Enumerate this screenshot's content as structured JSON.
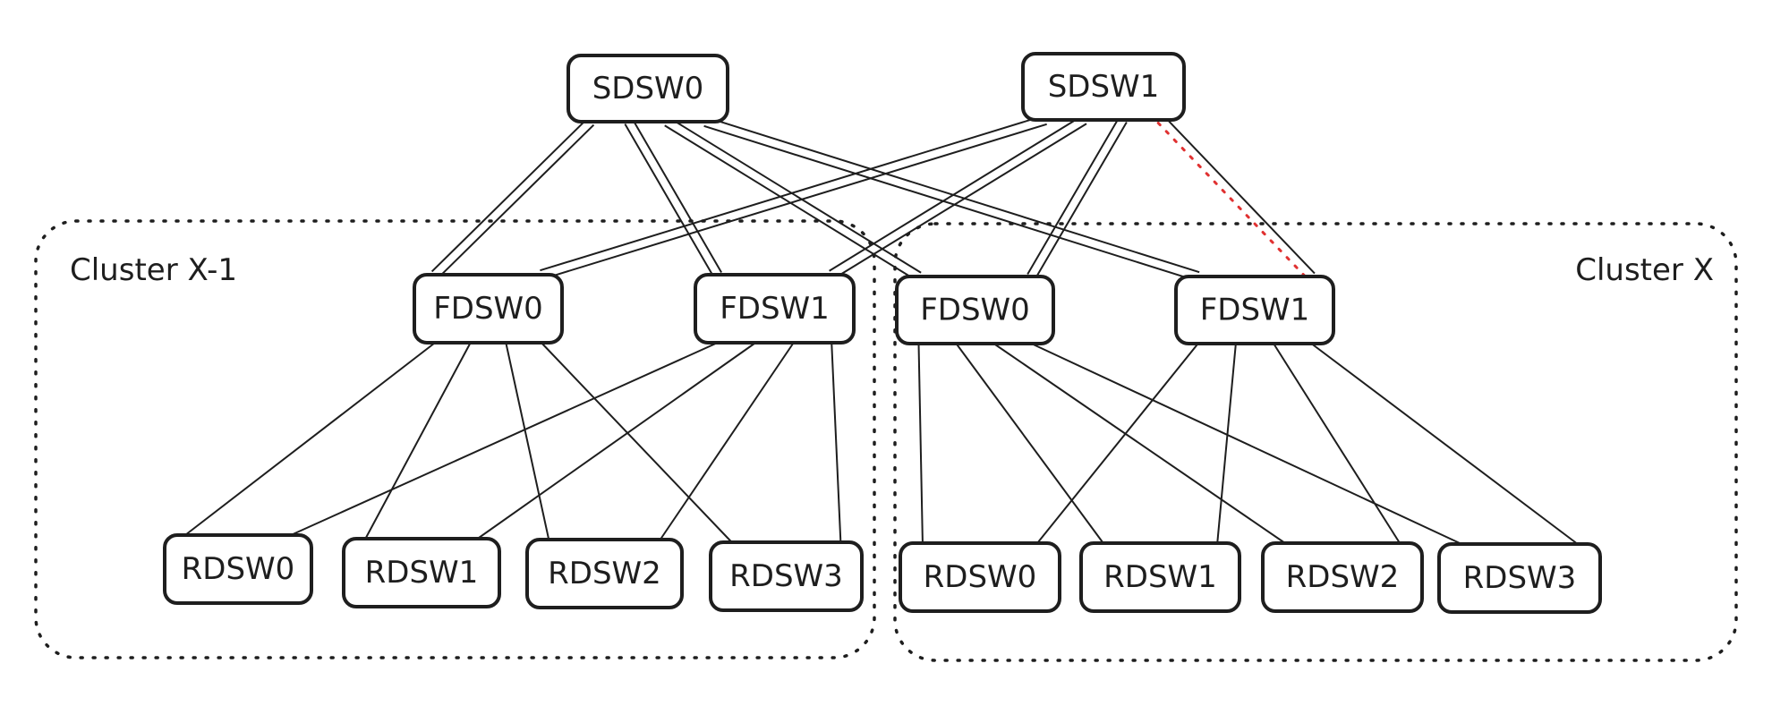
{
  "diagram": {
    "title": "",
    "colors": {
      "stroke": "#1e1e1e",
      "failed_link": "#e03131",
      "background": "#ffffff"
    },
    "clusters": [
      {
        "id": "cx1",
        "label": "Cluster X-1",
        "label_position": "top-left"
      },
      {
        "id": "cx",
        "label": "Cluster X",
        "label_position": "top-right"
      }
    ],
    "nodes": [
      {
        "id": "sdsw0",
        "label": "SDSW0",
        "tier": "spine",
        "cluster": null
      },
      {
        "id": "sdsw1",
        "label": "SDSW1",
        "tier": "spine",
        "cluster": null
      },
      {
        "id": "cx1_fdsw0",
        "label": "FDSW0",
        "tier": "fabric",
        "cluster": "cx1"
      },
      {
        "id": "cx1_fdsw1",
        "label": "FDSW1",
        "tier": "fabric",
        "cluster": "cx1"
      },
      {
        "id": "cx_fdsw0",
        "label": "FDSW0",
        "tier": "fabric",
        "cluster": "cx"
      },
      {
        "id": "cx_fdsw1",
        "label": "FDSW1",
        "tier": "fabric",
        "cluster": "cx"
      },
      {
        "id": "cx1_rdsw0",
        "label": "RDSW0",
        "tier": "rack",
        "cluster": "cx1"
      },
      {
        "id": "cx1_rdsw1",
        "label": "RDSW1",
        "tier": "rack",
        "cluster": "cx1"
      },
      {
        "id": "cx1_rdsw2",
        "label": "RDSW2",
        "tier": "rack",
        "cluster": "cx1"
      },
      {
        "id": "cx1_rdsw3",
        "label": "RDSW3",
        "tier": "rack",
        "cluster": "cx1"
      },
      {
        "id": "cx_rdsw0",
        "label": "RDSW0",
        "tier": "rack",
        "cluster": "cx"
      },
      {
        "id": "cx_rdsw1",
        "label": "RDSW1",
        "tier": "rack",
        "cluster": "cx"
      },
      {
        "id": "cx_rdsw2",
        "label": "RDSW2",
        "tier": "rack",
        "cluster": "cx"
      },
      {
        "id": "cx_rdsw3",
        "label": "RDSW3",
        "tier": "rack",
        "cluster": "cx"
      }
    ],
    "edges": [
      {
        "from": "sdsw0",
        "to": "cx1_fdsw0",
        "links": 2,
        "failed": 0
      },
      {
        "from": "sdsw0",
        "to": "cx1_fdsw1",
        "links": 2,
        "failed": 0
      },
      {
        "from": "sdsw0",
        "to": "cx_fdsw0",
        "links": 2,
        "failed": 0
      },
      {
        "from": "sdsw0",
        "to": "cx_fdsw1",
        "links": 2,
        "failed": 0
      },
      {
        "from": "sdsw1",
        "to": "cx1_fdsw0",
        "links": 2,
        "failed": 0
      },
      {
        "from": "sdsw1",
        "to": "cx1_fdsw1",
        "links": 2,
        "failed": 0
      },
      {
        "from": "sdsw1",
        "to": "cx_fdsw0",
        "links": 2,
        "failed": 0
      },
      {
        "from": "sdsw1",
        "to": "cx_fdsw1",
        "links": 1,
        "failed": 1
      },
      {
        "from": "cx1_fdsw0",
        "to": "cx1_rdsw0",
        "links": 1,
        "failed": 0
      },
      {
        "from": "cx1_fdsw0",
        "to": "cx1_rdsw1",
        "links": 1,
        "failed": 0
      },
      {
        "from": "cx1_fdsw0",
        "to": "cx1_rdsw2",
        "links": 1,
        "failed": 0
      },
      {
        "from": "cx1_fdsw0",
        "to": "cx1_rdsw3",
        "links": 1,
        "failed": 0
      },
      {
        "from": "cx1_fdsw1",
        "to": "cx1_rdsw0",
        "links": 1,
        "failed": 0
      },
      {
        "from": "cx1_fdsw1",
        "to": "cx1_rdsw1",
        "links": 1,
        "failed": 0
      },
      {
        "from": "cx1_fdsw1",
        "to": "cx1_rdsw2",
        "links": 1,
        "failed": 0
      },
      {
        "from": "cx1_fdsw1",
        "to": "cx1_rdsw3",
        "links": 1,
        "failed": 0
      },
      {
        "from": "cx_fdsw0",
        "to": "cx_rdsw0",
        "links": 1,
        "failed": 0
      },
      {
        "from": "cx_fdsw0",
        "to": "cx_rdsw1",
        "links": 1,
        "failed": 0
      },
      {
        "from": "cx_fdsw0",
        "to": "cx_rdsw2",
        "links": 1,
        "failed": 0
      },
      {
        "from": "cx_fdsw0",
        "to": "cx_rdsw3",
        "links": 1,
        "failed": 0
      },
      {
        "from": "cx_fdsw1",
        "to": "cx_rdsw0",
        "links": 1,
        "failed": 0
      },
      {
        "from": "cx_fdsw1",
        "to": "cx_rdsw1",
        "links": 1,
        "failed": 0
      },
      {
        "from": "cx_fdsw1",
        "to": "cx_rdsw2",
        "links": 1,
        "failed": 0
      },
      {
        "from": "cx_fdsw1",
        "to": "cx_rdsw3",
        "links": 1,
        "failed": 0
      }
    ]
  }
}
